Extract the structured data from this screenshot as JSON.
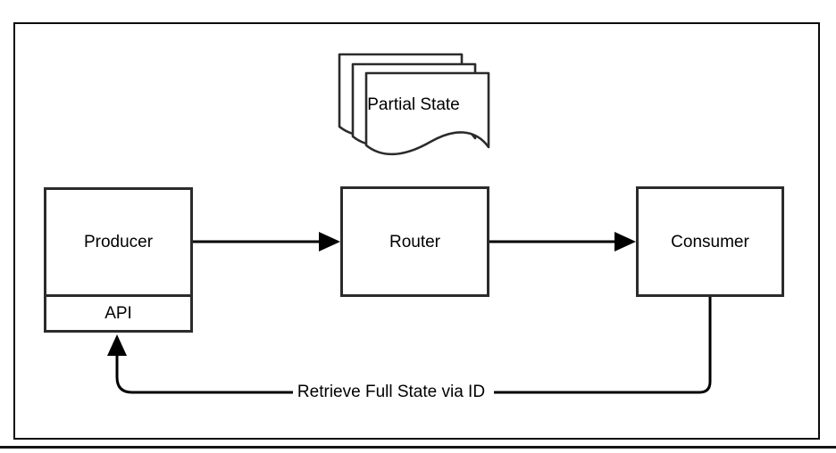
{
  "diagram": {
    "partial_state": {
      "label": "Partial State"
    },
    "producer": {
      "label": "Producer"
    },
    "producer_api": {
      "label": "API"
    },
    "router": {
      "label": "Router"
    },
    "consumer": {
      "label": "Consumer"
    },
    "retrieve_edge": {
      "label": "Retrieve Full State via ID"
    }
  },
  "colors": {
    "background": "#ffffff",
    "shape_stroke": "#2b2b2b",
    "connector": "#000000",
    "frame": "#0a0a0a"
  }
}
